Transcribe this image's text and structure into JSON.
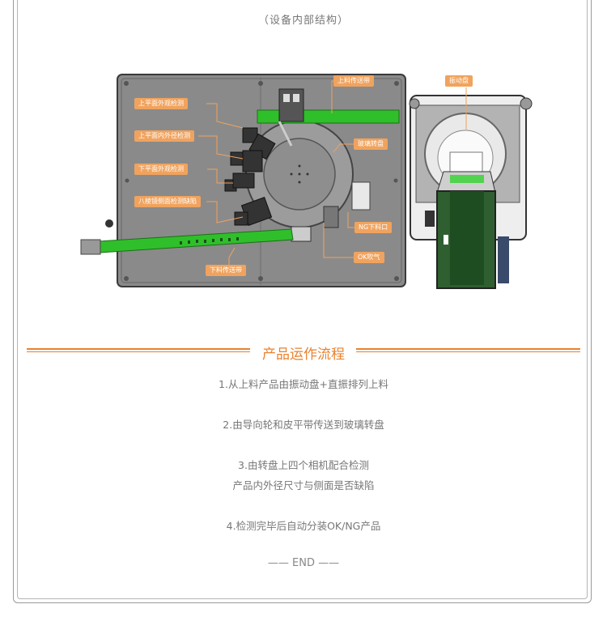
{
  "caption": "（设备内部结构）",
  "callouts": {
    "upper_outer_inspect": "上平面外观检测",
    "upper_inner_diameter": "上平面内外径检测",
    "lower_outer_inspect": "下平面外观检测",
    "octagon_side_inspect": "八棱镜侧面检测缺陷",
    "feed_belt": "上料传送带",
    "glass_turntable": "玻璃转盘",
    "ng_outlet": "NG下料口",
    "ok_blow": "OK吹气",
    "discharge_belt": "下料传送带",
    "vibrating_bowl": "振动盘"
  },
  "section_title": "产品运作流程",
  "steps": {
    "s1": "1.从上料产品由振动盘+直振排列上料",
    "s2": "2.由导向轮和皮平带传送到玻璃转盘",
    "s3a": "3.由转盘上四个相机配合检测",
    "s3b": "产品内外径尺寸与侧面是否缺陷",
    "s4": "4.检测完毕后自动分装OK/NG产品"
  },
  "end_label": "—— END ——",
  "colors": {
    "accent": "#e8822f",
    "callout": "#f0a35e",
    "belt": "#2fbf2a",
    "plate": "#8c8c8c"
  }
}
